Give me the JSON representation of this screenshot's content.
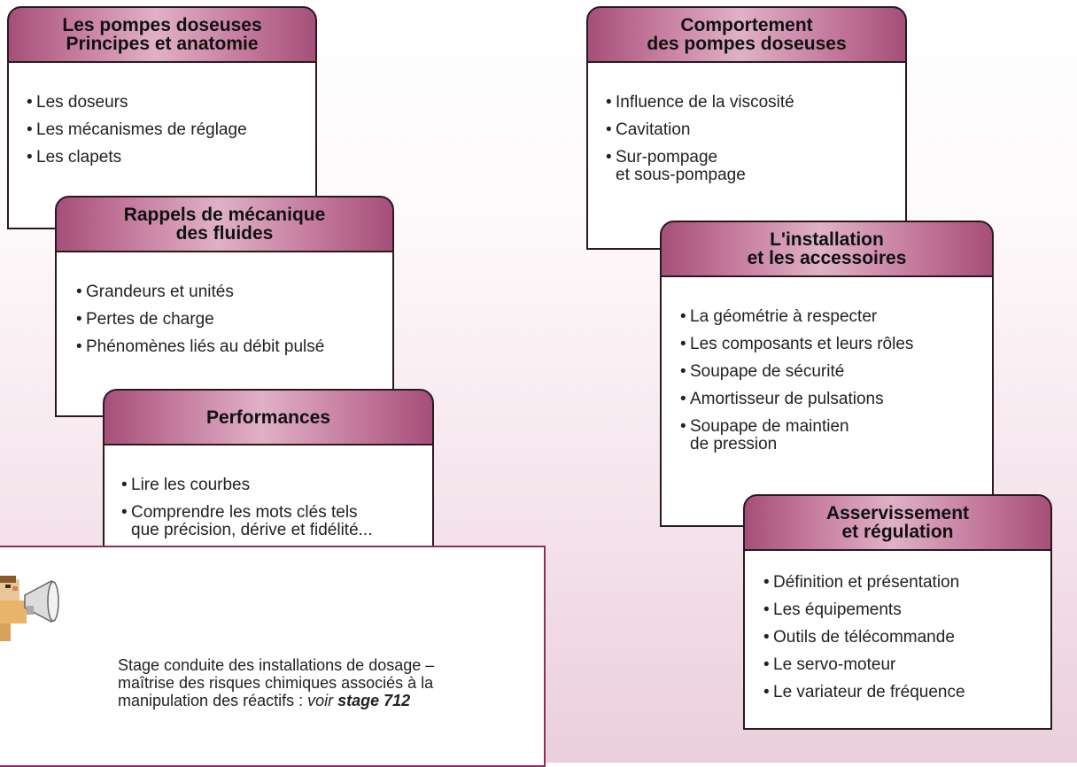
{
  "cards": {
    "pompes": {
      "title1": "Les pompes doseuses",
      "title2": "Principes et anatomie",
      "items": [
        "Les doseurs",
        "Les mécanismes de réglage",
        "Les clapets"
      ]
    },
    "rappels": {
      "title1": "Rappels de mécanique",
      "title2": "des fluides",
      "items": [
        "Grandeurs et unités",
        "Pertes de charge",
        "Phénomènes liés au débit pulsé"
      ]
    },
    "performances": {
      "title1": "Performances",
      "items": [
        "Lire les courbes",
        "Comprendre les mots clés tels",
        "que précision, dérive et fidélité..."
      ]
    },
    "comportement": {
      "title1": "Comportement",
      "title2": "des pompes doseuses",
      "items": [
        "Influence de la viscosité",
        "Cavitation",
        "Sur-pompage",
        "et sous-pompage"
      ]
    },
    "installation": {
      "title1": "L'installation",
      "title2": "et les accessoires",
      "items": [
        "La géométrie à respecter",
        "Les composants et leurs rôles",
        "Soupape de sécurité",
        "Amortisseur de pulsations",
        "Soupape de maintien",
        "de pression"
      ]
    },
    "asservissement": {
      "title1": "Asservissement",
      "title2": "et régulation",
      "items": [
        "Définition et présentation",
        "Les équipements",
        "Outils de télécommande",
        "Le servo-moteur",
        "Le variateur de fréquence"
      ]
    }
  },
  "note": {
    "line1": "Stage conduite des installations de dosage –",
    "line2": "maîtrise des risques chimiques associés à la",
    "line3_prefix": "manipulation des réactifs : ",
    "line3_voir": "voir ",
    "line3_stage": "stage 712"
  },
  "colors": {
    "header_dark": "#a54f79",
    "header_light": "#e0b1c6",
    "note_border": "#8a2f5a"
  }
}
